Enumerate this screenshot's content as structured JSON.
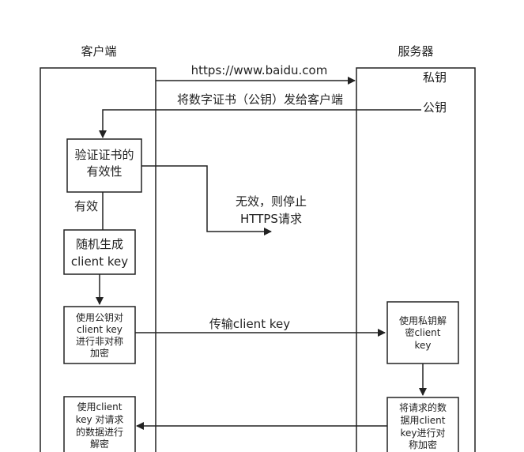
{
  "actors": {
    "client": "客户端",
    "server": "服务器"
  },
  "server_labels": {
    "private_key": "私钥",
    "public_key": "公钥"
  },
  "messages": {
    "request_url": "https://www.baidu.com",
    "send_cert": "将数字证书（公钥）发给客户端",
    "transfer_key": "传输client key"
  },
  "client_steps": {
    "verify": [
      "验证证书的",
      "有效性"
    ],
    "valid": "有效",
    "generate": [
      "随机生成",
      "client key"
    ],
    "encrypt": [
      "使用公钥对",
      "client key",
      "进行非对称",
      "加密"
    ],
    "decrypt_data": [
      "使用client",
      "key 对请求",
      "的数据进行",
      "解密"
    ]
  },
  "invalid_note": [
    "无效，则停止",
    "HTTPS请求"
  ],
  "server_steps": {
    "decrypt_key": [
      "使用私钥解",
      "密client",
      "key"
    ],
    "encrypt_data": [
      "将请求的数",
      "据用client",
      "key进行对",
      "称加密"
    ]
  }
}
